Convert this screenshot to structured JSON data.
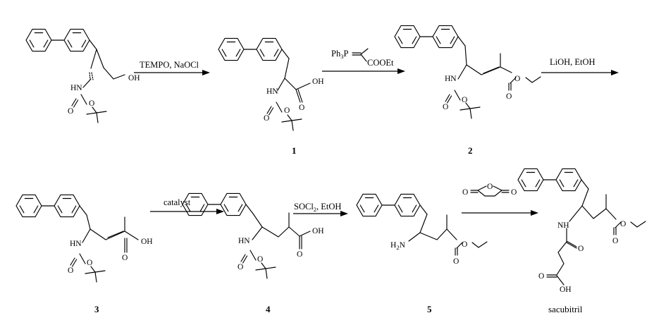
{
  "reagents": {
    "step1": "TEMPO, NaOCl",
    "step3": "LiOH, EtOH",
    "step4": "catalyst",
    "step5_prefix": "SOCl",
    "step5_sub": "2",
    "step5_suffix": ", EtOH",
    "wittig_ph": "Ph",
    "wittig_sub": "3",
    "wittig_p": "P",
    "wittig_ester": "COOEt"
  },
  "atoms": {
    "OH": "OH",
    "HN": "HN",
    "O": "O",
    "NH": "NH",
    "H2N_h": "H",
    "H2N_sub": "2",
    "H2N_n": "N"
  },
  "compounds": {
    "c1": "1",
    "c2": "2",
    "c3": "3",
    "c4": "4",
    "c5": "5",
    "final": "sacubitril"
  }
}
